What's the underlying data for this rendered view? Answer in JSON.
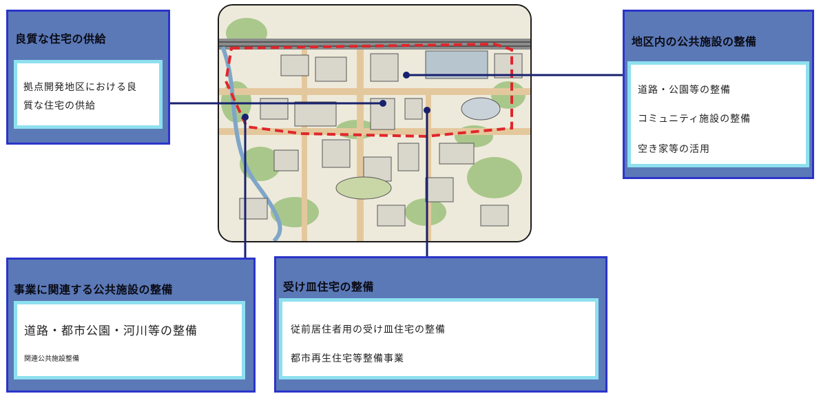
{
  "boxes": {
    "top_left": {
      "title": "良質な住宅の供給",
      "lines": [
        "拠点開発地区における良",
        "質な住宅の供給"
      ]
    },
    "top_right": {
      "title": "地区内の公共施設の整備",
      "lines": [
        "道路・公園等の整備",
        "コミュニティ施設の整備",
        "空き家等の活用"
      ]
    },
    "bottom_left": {
      "title": "事業に関連する公共施設の整備",
      "lines": [
        "道路・都市公園・河川等の整備"
      ],
      "small_line": "関連公共施設整備"
    },
    "bottom_middle": {
      "title": "受け皿住宅の整備",
      "lines": [
        "従前居住者用の受け皿住宅の整備",
        "都市再生住宅等整備事業"
      ]
    }
  },
  "colors": {
    "box_fill": "#5b79b7",
    "box_border": "#2b34c9",
    "inner_border": "#8ee0ef",
    "connector": "#17216e",
    "district_boundary": "#e0262b"
  }
}
